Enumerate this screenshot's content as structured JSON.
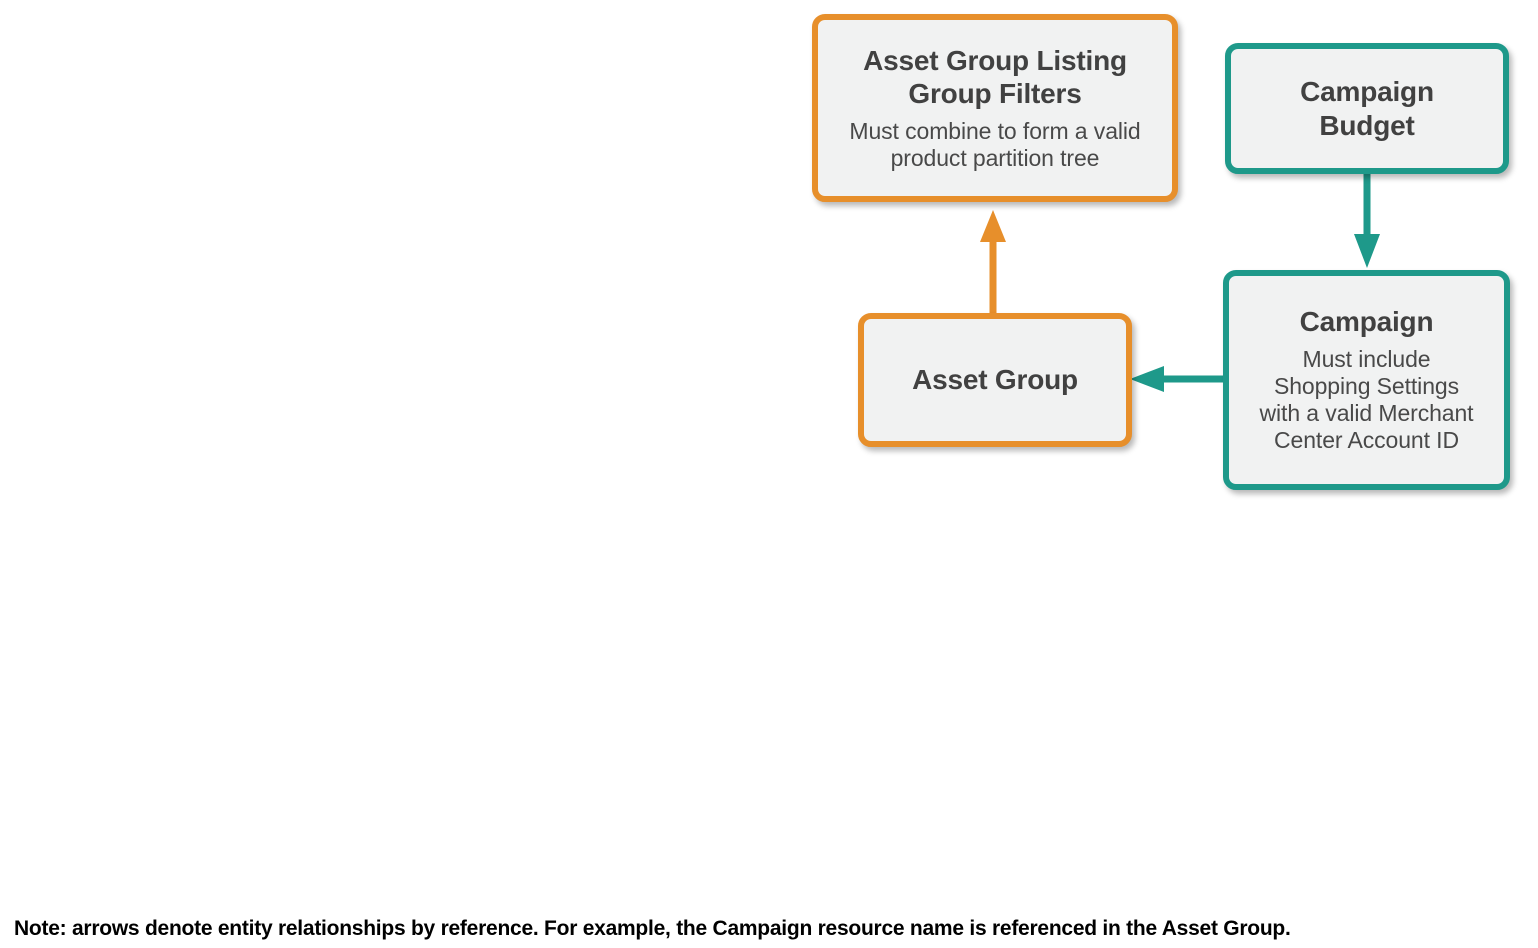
{
  "diagram": {
    "type": "entity-relationship",
    "nodes": [
      {
        "id": "asset-group-listing-group-filters",
        "title": "Asset Group Listing\nGroup Filters",
        "subtitle": "Must combine to form a valid\nproduct partition tree",
        "color": "#e78f2b",
        "fill": "#f1f2f2"
      },
      {
        "id": "asset-group",
        "title": "Asset Group",
        "subtitle": "",
        "color": "#e78f2b",
        "fill": "#f1f2f2"
      },
      {
        "id": "campaign-budget",
        "title": "Campaign\nBudget",
        "subtitle": "",
        "color": "#1e998a",
        "fill": "#f1f2f2"
      },
      {
        "id": "campaign",
        "title": "Campaign",
        "subtitle": "Must include\nShopping Settings\nwith a valid Merchant\nCenter Account ID",
        "color": "#1e998a",
        "fill": "#f1f2f2"
      }
    ],
    "edges": [
      {
        "id": "asset-group-to-listing-group-filters",
        "from": "asset-group",
        "to": "asset-group-listing-group-filters",
        "direction": "up",
        "color": "#e78f2b"
      },
      {
        "id": "campaign-budget-to-campaign",
        "from": "campaign-budget",
        "to": "campaign",
        "direction": "down",
        "color": "#1e998a"
      },
      {
        "id": "campaign-to-asset-group",
        "from": "campaign",
        "to": "asset-group",
        "direction": "left",
        "color": "#1e998a"
      }
    ],
    "note": "Note: arrows denote entity relationships by reference. For example, the Campaign resource name is referenced in the Asset Group."
  }
}
